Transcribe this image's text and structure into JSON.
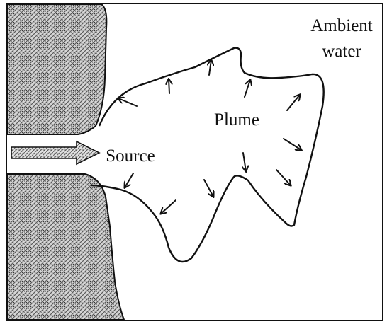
{
  "labels": {
    "ambient_line1": "Ambient",
    "ambient_line2": "water",
    "plume": "Plume",
    "source": "Source"
  },
  "colors": {
    "stroke": "#111111",
    "rock_fill": "#9a9a9a",
    "background": "#ffffff"
  }
}
